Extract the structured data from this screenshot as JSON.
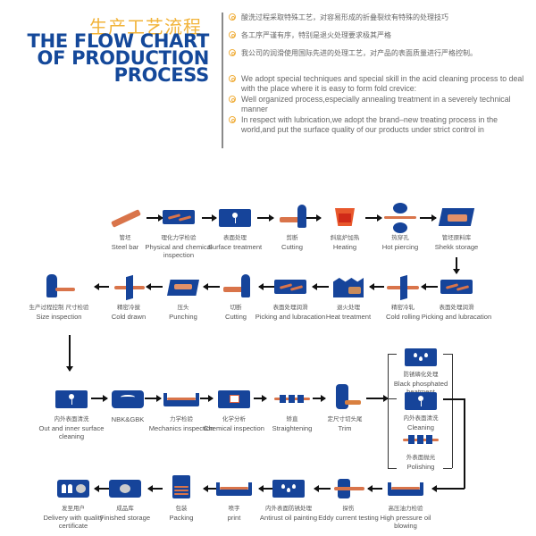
{
  "header": {
    "title_cn": "生产工艺流程",
    "title_en_lines": [
      "THE FLOW CHART",
      "OF PRODUCTION",
      "PROCESS"
    ]
  },
  "bullets": {
    "cn": [
      "酸洗过程采取特殊工艺，对容易形成的折叠裂纹有特殊的处理技巧",
      "各工序严谨有序，特别是退火处理要求极其严格",
      "我公司的润滑使用国际先进的处理工艺，对产品的表面质量进行严格控制。"
    ],
    "en": [
      "We adopt special techniques and special skill in the acid cleaning process to deal with the place where it is easy to form fold crevice:",
      "Well organized process,especially annealing treatment in a severely technical manner",
      "In respect with lubrication,we adopt the brand–new treating process in the world,and put the surface quality of our products under strict control in"
    ]
  },
  "row1": [
    {
      "cn": "管坯",
      "en": "Steel bar",
      "icon": "steel-bar-icon"
    },
    {
      "cn": "理化力学检验",
      "en": "Physical and chemical inspection",
      "icon": "inspection-tray-icon"
    },
    {
      "cn": "表面处理",
      "en": "Surface treatment",
      "icon": "surface-treatment-icon"
    },
    {
      "cn": "剪断",
      "en": "Cutting",
      "icon": "cutting-icon"
    },
    {
      "cn": "斜底炉加热",
      "en": "Heating",
      "icon": "furnace-icon"
    },
    {
      "cn": "热穿孔",
      "en": "Hot piercing",
      "icon": "piercing-icon"
    },
    {
      "cn": "管坯原料库",
      "en": "Shekk storage",
      "icon": "storage-icon"
    }
  ],
  "row2": [
    {
      "cn": "生产过程控制 尺寸检验",
      "en": "Size inspection",
      "icon": "size-inspection-icon"
    },
    {
      "cn": "精密冷拔",
      "en": "Cold drawn",
      "icon": "cold-drawn-icon"
    },
    {
      "cn": "压头",
      "en": "Punching",
      "icon": "punching-icon"
    },
    {
      "cn": "切断",
      "en": "Cutting",
      "icon": "cutting-icon"
    },
    {
      "cn": "表面处理润滑",
      "en": "Picking and lubracation",
      "icon": "pickling-tank-icon"
    },
    {
      "cn": "退火处理",
      "en": "Heat treatment",
      "icon": "heat-treatment-icon"
    },
    {
      "cn": "精密冷轧",
      "en": "Cold rolling",
      "icon": "cold-rolling-icon"
    },
    {
      "cn": "表面处理润滑",
      "en": "Picking and lubracation",
      "icon": "pickling-tank-icon"
    }
  ],
  "row3": [
    {
      "cn": "内外表面清洗",
      "en": "Out and inner surface cleaning",
      "icon": "cleaning-icon"
    },
    {
      "cn": "",
      "en": "NBK&GBK",
      "icon": "nbk-gbk-icon"
    },
    {
      "cn": "力学检验",
      "en": "Mechanics inspection",
      "icon": "mechanics-icon"
    },
    {
      "cn": "化学分析",
      "en": "Chemical inspection",
      "icon": "chemical-icon"
    },
    {
      "cn": "矫直",
      "en": "Straightening",
      "icon": "straightening-icon"
    },
    {
      "cn": "定尺寸切头尾",
      "en": "Trim",
      "icon": "trim-icon"
    }
  ],
  "branch": [
    {
      "cn": "防锈磷化处理",
      "en": "Black phosphated heatment",
      "icon": "phosphate-icon"
    },
    {
      "cn": "内外表面清洗",
      "en": "Cleaning",
      "icon": "cleaning-icon"
    },
    {
      "cn": "外表面抛光",
      "en": "Polishing",
      "icon": "polishing-icon"
    }
  ],
  "row4": [
    {
      "cn": "发至用户",
      "en": "Delivery with quality certificate",
      "icon": "delivery-icon"
    },
    {
      "cn": "成品库",
      "en": "Finished storage",
      "icon": "finished-storage-icon"
    },
    {
      "cn": "包装",
      "en": "Packing",
      "icon": "packing-icon"
    },
    {
      "cn": "喷字",
      "en": "print",
      "icon": "print-icon"
    },
    {
      "cn": "内外表面防锈处理",
      "en": "Antirust oil painting",
      "icon": "antirust-icon"
    },
    {
      "cn": "探伤",
      "en": "Eddy current testing",
      "icon": "eddy-current-icon"
    },
    {
      "cn": "高压油力检验",
      "en": "High pressure oil blowing",
      "icon": "high-pressure-icon"
    }
  ],
  "colors": {
    "brand_blue": "#16449a",
    "accent_orange": "#f2b338",
    "copper": "#d9744a"
  }
}
